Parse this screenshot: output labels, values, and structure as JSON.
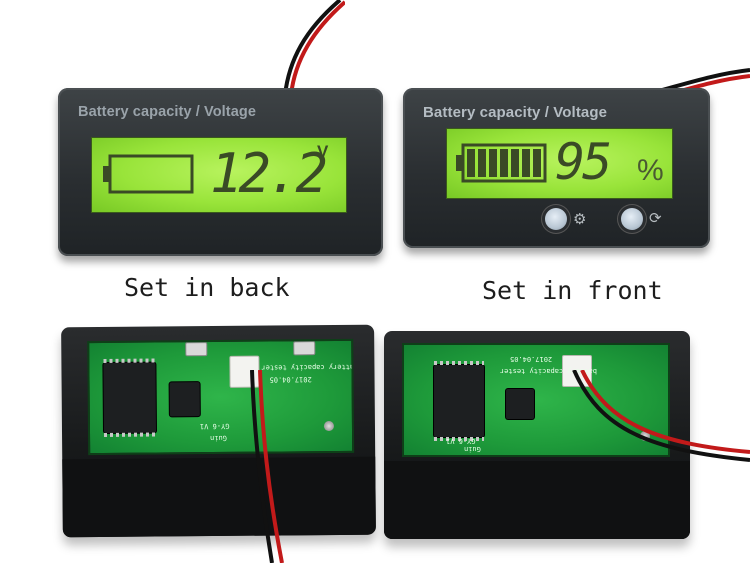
{
  "meter_left": {
    "title": "Battery capacity / Voltage",
    "reading": "12.2",
    "unit": "V",
    "battery_level": 0
  },
  "meter_right": {
    "title": "Battery capacity / Voltage",
    "reading": "95",
    "unit": "%",
    "battery_level": 0.95,
    "buttons": [
      "gear-icon",
      "refresh-icon"
    ]
  },
  "captions": {
    "back": "Set in back",
    "front": "Set in front"
  },
  "pcb_left": {
    "label_model": "GY-6 V1",
    "label_text": "battery capacity tester",
    "label_date": "2017.04.05",
    "label_brand": "Guin"
  },
  "pcb_right": {
    "label_model": "GY-6 V1",
    "label_text": "battery capacity tester",
    "label_date": "2017.04.05",
    "label_brand": "Guin"
  },
  "colors": {
    "lcd_green": "#a6ec48",
    "pcb_green": "#1e9a3a",
    "wire_red": "#d22020",
    "wire_black": "#111111"
  }
}
